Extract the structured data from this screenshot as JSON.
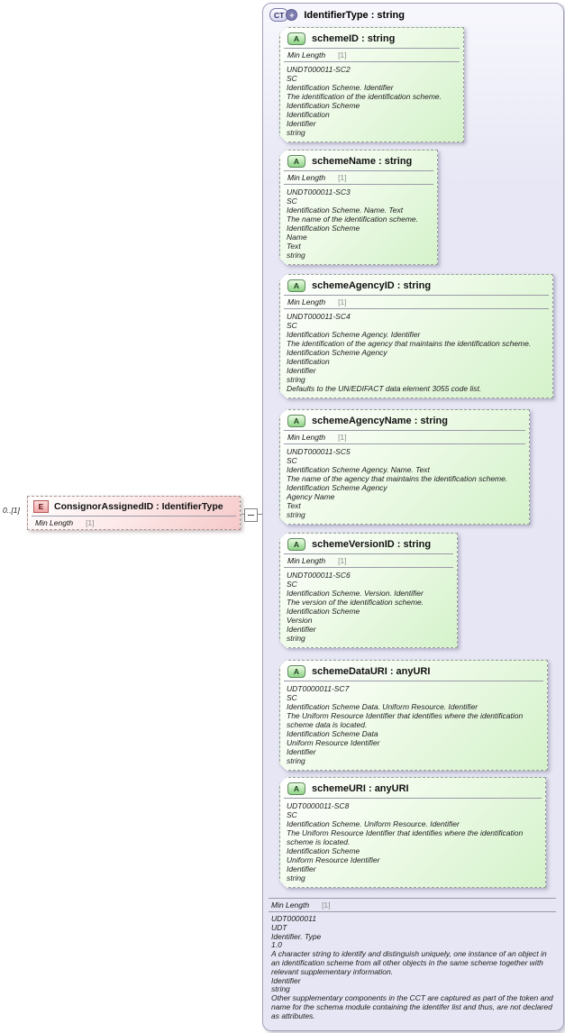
{
  "icons": {
    "complex_type": "CT",
    "expand": "+",
    "attribute": "A",
    "element": "E",
    "collapse": "minus"
  },
  "colors": {
    "attribute_fill": "#d4f2ca",
    "element_fill": "#f6c9c9",
    "container_fill": "#e8e8f6",
    "facet_value_gray": "#8a8a8a",
    "connector_gray": "#8a8a8a"
  },
  "element": {
    "cardinality": "0..[1]",
    "title": "ConsignorAssignedID : IdentifierType",
    "facet": {
      "name": "Min Length",
      "value": "[1]"
    }
  },
  "complex_type": {
    "title": "IdentifierType : string",
    "attributes": [
      {
        "title": "schemeID : string",
        "facet": {
          "name": "Min Length",
          "value": "[1]"
        },
        "annotation": [
          "UNDT000011-SC2",
          "SC",
          "Identification Scheme. Identifier",
          "The identification of the identification scheme.",
          "Identification Scheme",
          "Identification",
          "Identifier",
          "string"
        ]
      },
      {
        "title": "schemeName : string",
        "facet": {
          "name": "Min Length",
          "value": "[1]"
        },
        "annotation": [
          "UNDT000011-SC3",
          "SC",
          "Identification Scheme. Name. Text",
          "The name of the identification scheme.",
          "Identification Scheme",
          "Name",
          "Text",
          "string"
        ]
      },
      {
        "title": "schemeAgencyID : string",
        "facet": {
          "name": "Min Length",
          "value": "[1]"
        },
        "annotation": [
          "UNDT000011-SC4",
          "SC",
          "Identification Scheme Agency. Identifier",
          "The identification of the agency that maintains the identification scheme.",
          "Identification Scheme Agency",
          "Identification",
          "Identifier",
          "string",
          "Defaults to the UN/EDIFACT data element 3055 code list."
        ]
      },
      {
        "title": "schemeAgencyName : string",
        "facet": {
          "name": "Min Length",
          "value": "[1]"
        },
        "annotation": [
          "UNDT000011-SC5",
          "SC",
          "Identification Scheme Agency. Name. Text",
          "The name of the agency that maintains the identification scheme.",
          "Identification Scheme Agency",
          "Agency Name",
          "Text",
          "string"
        ]
      },
      {
        "title": "schemeVersionID : string",
        "facet": {
          "name": "Min Length",
          "value": "[1]"
        },
        "annotation": [
          "UNDT000011-SC6",
          "SC",
          "Identification Scheme. Version. Identifier",
          "The version of the identification scheme.",
          "Identification Scheme",
          "Version",
          "Identifier",
          "string"
        ]
      },
      {
        "title": "schemeDataURI : anyURI",
        "annotation": [
          "UDT0000011-SC7",
          "SC",
          "Identification Scheme Data. Uniform Resource. Identifier",
          "The Uniform Resource Identifier that identifies where the identification scheme data is located.",
          "Identification Scheme Data",
          "Uniform Resource Identifier",
          "Identifier",
          "string"
        ]
      },
      {
        "title": "schemeURI : anyURI",
        "annotation": [
          "UDT0000011-SC8",
          "SC",
          "Identification Scheme. Uniform Resource. Identifier",
          "The Uniform Resource Identifier that identifies where the identification scheme is located.",
          "Identification Scheme",
          "Uniform Resource Identifier",
          "Identifier",
          "string"
        ]
      }
    ],
    "facet": {
      "name": "Min Length",
      "value": "[1]"
    },
    "annotation": [
      "UDT0000011",
      "UDT",
      "Identifier. Type",
      "1.0",
      "A character string to identify and distinguish uniquely, one instance of an object in an identification scheme from all other objects in the same scheme together with relevant supplementary information.",
      "Identifier",
      "string",
      "Other supplementary components in the CCT are captured as part of the token and name for the schema module containing the identifer list and thus, are not declared as attributes."
    ]
  }
}
